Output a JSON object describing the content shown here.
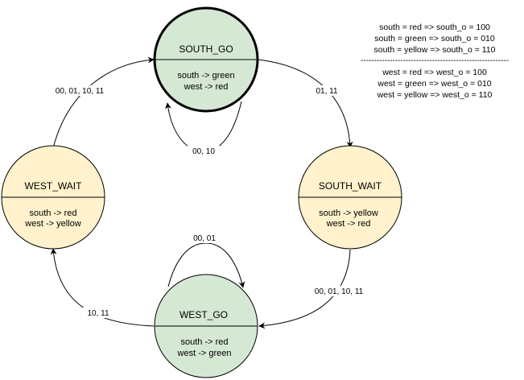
{
  "colors": {
    "go_fill": "#d5e8d4",
    "wait_fill": "#fff2cc",
    "stroke": "#000000"
  },
  "states": {
    "south_go": {
      "name": "SOUTH_GO",
      "line1": "south -> green",
      "line2": "west -> red"
    },
    "south_wait": {
      "name": "SOUTH_WAIT",
      "line1": "south -> yellow",
      "line2": "west -> red"
    },
    "west_go": {
      "name": "WEST_GO",
      "line1": "south -> red",
      "line2": "west -> green"
    },
    "west_wait": {
      "name": "WEST_WAIT",
      "line1": "south -> red",
      "line2": "west -> yellow"
    }
  },
  "transitions": {
    "south_go_self": "00, 10",
    "south_go_to_south_wait": "01, 11",
    "south_wait_to_west_go": "00, 01, 10, 11",
    "west_go_self": "00, 01",
    "west_go_to_west_wait": "10, 11",
    "west_wait_to_south_go": "00, 01, 10, 11"
  },
  "legend": {
    "south_lines": [
      "south = red => south_o = 100",
      "south = green => south_o = 010",
      "south = yellow => south_o = 110"
    ],
    "separator": "--------------------------------------------------------",
    "west_lines": [
      "west = red => west_o = 100",
      "west = green => west_o = 010",
      "west = yellow => west_o = 110"
    ]
  }
}
